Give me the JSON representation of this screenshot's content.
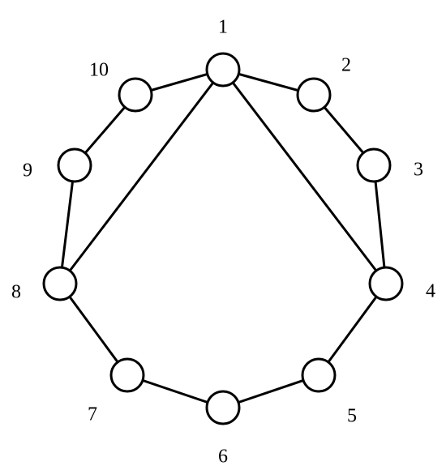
{
  "graph": {
    "nodes": [
      {
        "id": "1",
        "label": "1"
      },
      {
        "id": "2",
        "label": "2"
      },
      {
        "id": "3",
        "label": "3"
      },
      {
        "id": "4",
        "label": "4"
      },
      {
        "id": "5",
        "label": "5"
      },
      {
        "id": "6",
        "label": "6"
      },
      {
        "id": "7",
        "label": "7"
      },
      {
        "id": "8",
        "label": "8"
      },
      {
        "id": "9",
        "label": "9"
      },
      {
        "id": "10",
        "label": "10"
      }
    ],
    "edges": [
      [
        "1",
        "2"
      ],
      [
        "2",
        "3"
      ],
      [
        "3",
        "4"
      ],
      [
        "4",
        "5"
      ],
      [
        "5",
        "6"
      ],
      [
        "6",
        "7"
      ],
      [
        "7",
        "8"
      ],
      [
        "8",
        "9"
      ],
      [
        "9",
        "10"
      ],
      [
        "10",
        "1"
      ],
      [
        "1",
        "4"
      ],
      [
        "1",
        "8"
      ]
    ]
  }
}
